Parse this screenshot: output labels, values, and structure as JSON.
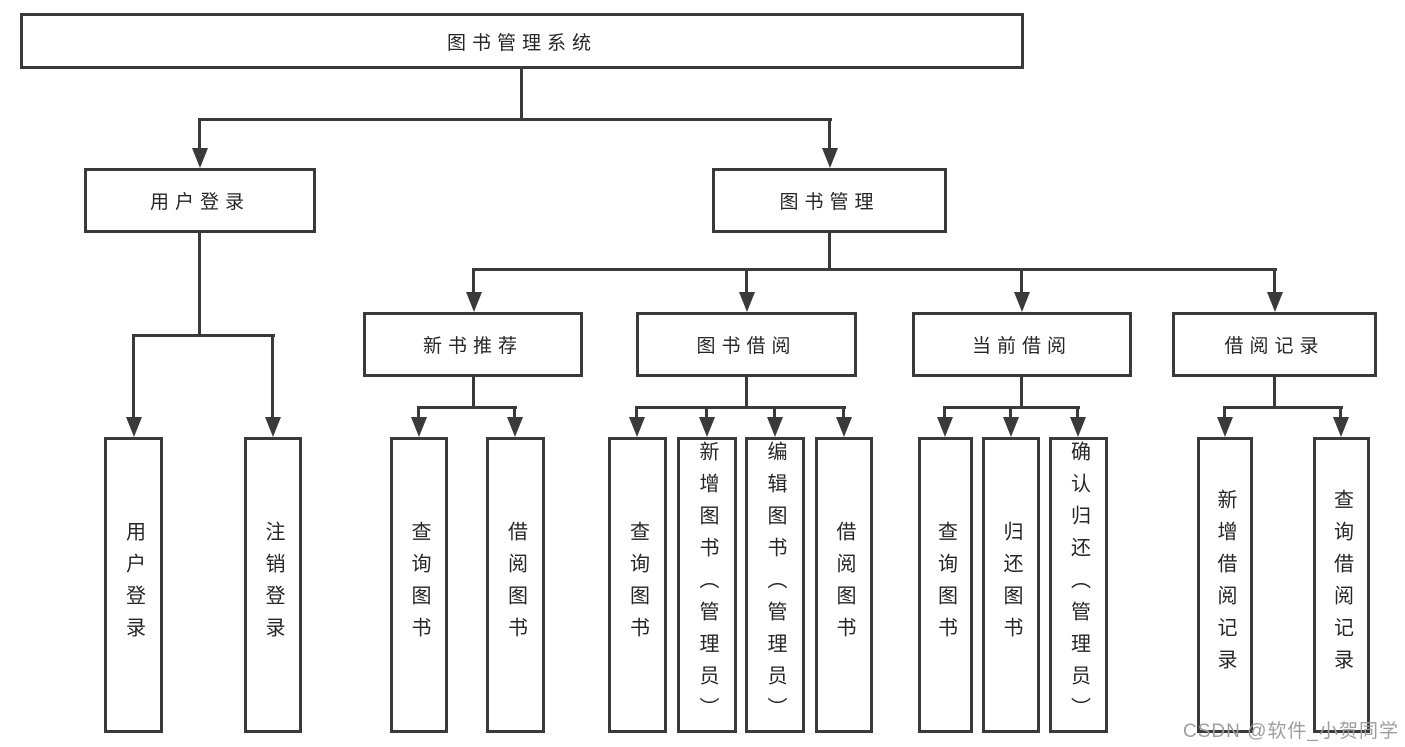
{
  "colors": {
    "line": "#3a3a3a",
    "text": "#262626",
    "box_background": "#ffffff",
    "page_background": "#ffffff",
    "watermark": "#9e9e9e"
  },
  "watermark": {
    "text": "CSDN @软件_小贺同学"
  },
  "tree": {
    "label": "图书管理系统",
    "children": [
      {
        "label": "用户登录",
        "children": [
          {
            "label": "用户登录"
          },
          {
            "label": "注销登录"
          }
        ]
      },
      {
        "label": "图书管理",
        "children": [
          {
            "label": "新书推荐",
            "children": [
              {
                "label": "查询图书"
              },
              {
                "label": "借阅图书"
              }
            ]
          },
          {
            "label": "图书借阅",
            "children": [
              {
                "label": "查询图书"
              },
              {
                "label": "新增图书（管理员）"
              },
              {
                "label": "编辑图书（管理员）"
              },
              {
                "label": "借阅图书"
              }
            ]
          },
          {
            "label": "当前借阅",
            "children": [
              {
                "label": "查询图书"
              },
              {
                "label": "归还图书"
              },
              {
                "label": "确认归还（管理员）"
              }
            ]
          },
          {
            "label": "借阅记录",
            "children": [
              {
                "label": "新增借阅记录"
              },
              {
                "label": "查询借阅记录"
              }
            ]
          }
        ]
      }
    ]
  }
}
